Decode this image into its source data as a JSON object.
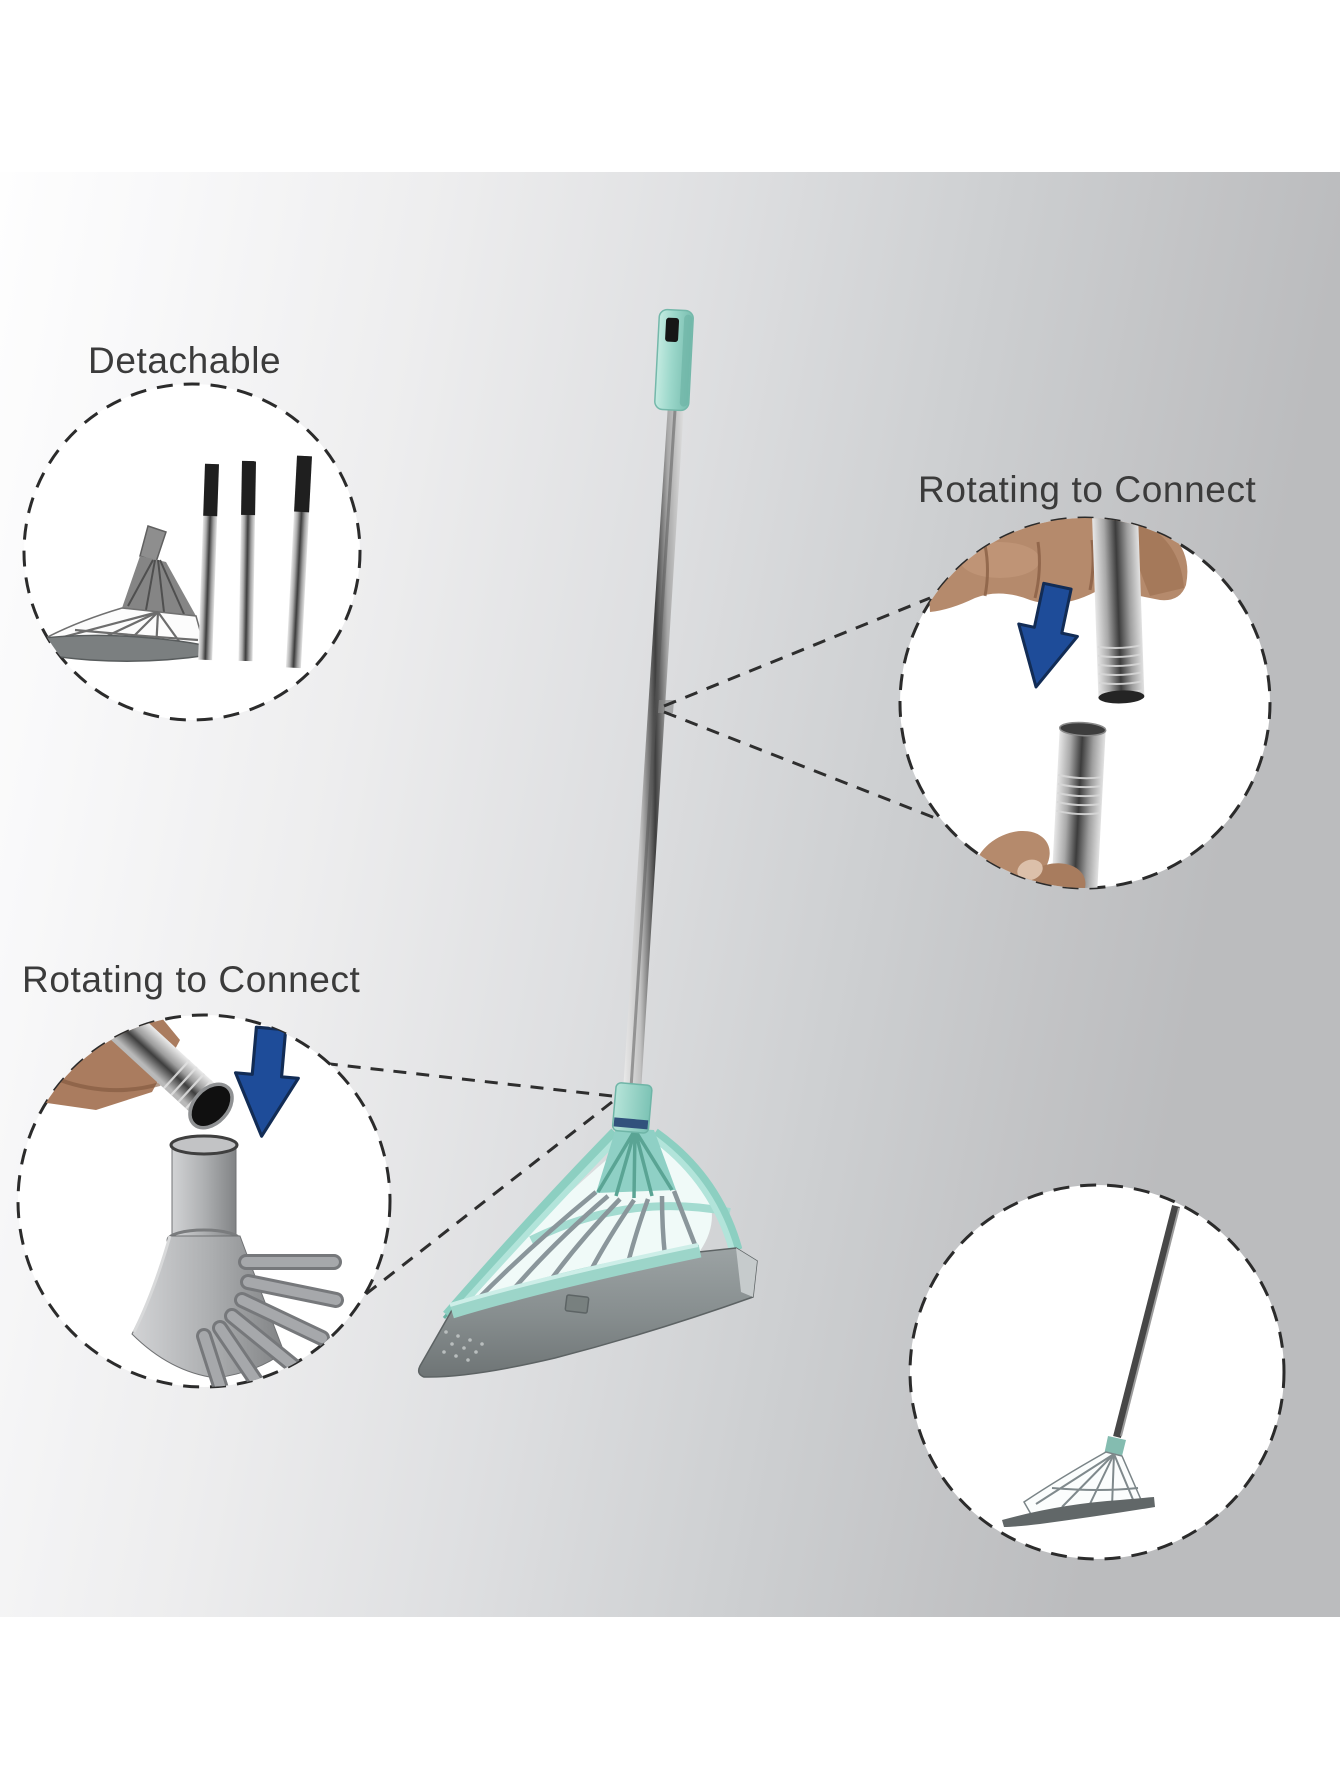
{
  "labels": {
    "detachable": "Detachable",
    "rotating_to_connect_right": "Rotating to Connect",
    "rotating_to_connect_left": "Rotating to Connect"
  },
  "colors": {
    "background_gradient_left": "#ffffff",
    "background_gradient_right": "#bbbcbe",
    "label_text": "#3b3b3b",
    "callout_dash": "#2e2e2e",
    "broom_teal": "#9cd8cc",
    "broom_teal_dark": "#67b1a2",
    "handle_mint": "#9bd7ca",
    "connector_navy_band": "#31517c",
    "blade_gray": "#868d8e",
    "arrow_blue": "#1e4c99",
    "metal_dark": "#3c3c3c",
    "skin_tone": "#b58a6c"
  },
  "figures": {
    "top_left_circle": "broom head with three detached pole sections",
    "right_circle": "hand holding pole above threaded lower section, arrow pointing down",
    "left_circle": "pole being inserted into broom head socket, arrow pointing down",
    "bottom_right_circle": "assembled broom leaning at an angle"
  }
}
